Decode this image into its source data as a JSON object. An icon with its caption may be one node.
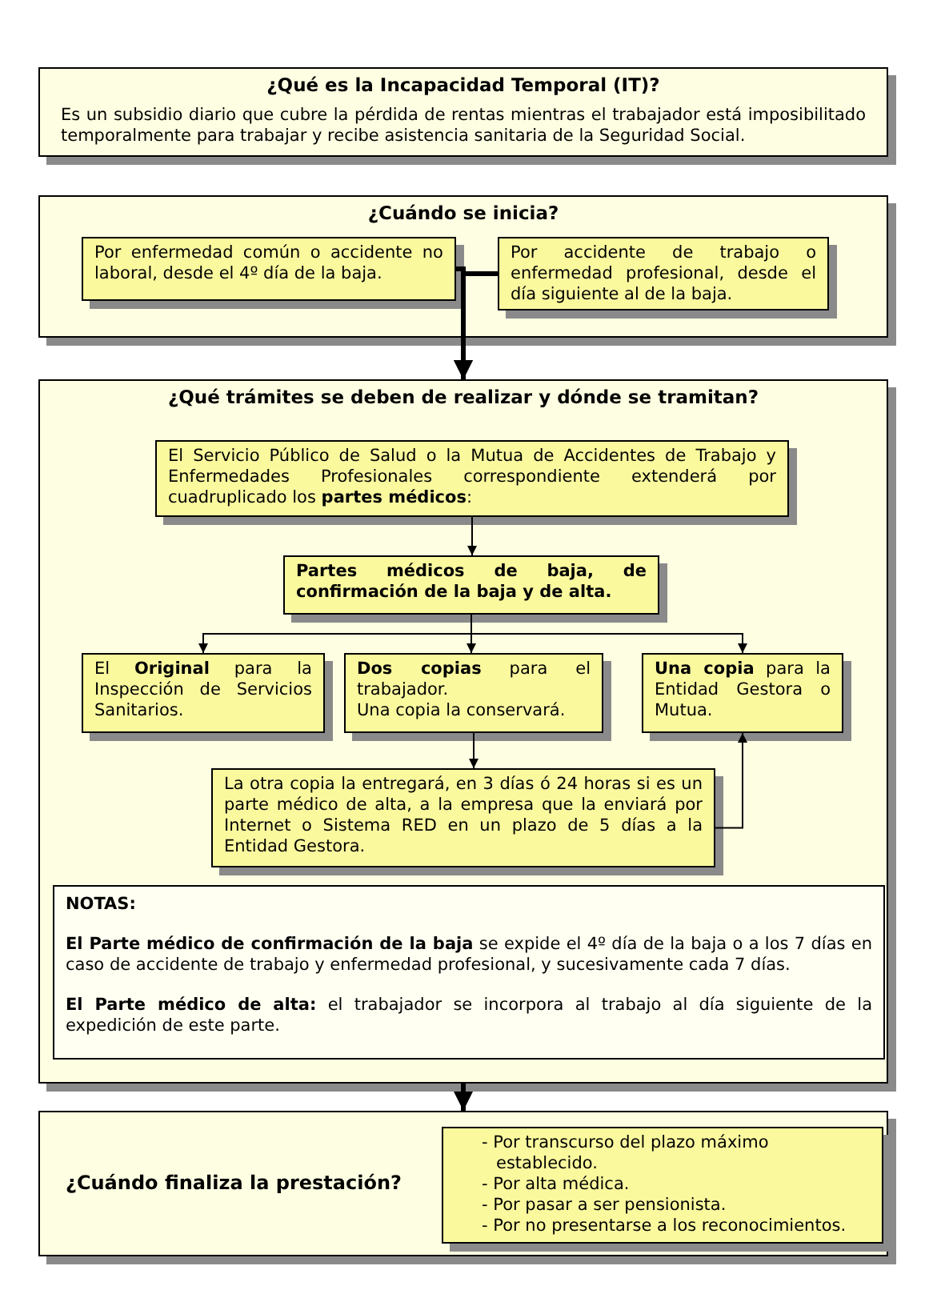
{
  "diagram": {
    "nodes": [
      {
        "text": [
          "¿Qué es la Incapacidad Temporal (IT)?",
          "Es un subsidio diario que cubre la pérdida de rentas mientras el trabajador está imposibilitado temporalmente para trabajar y recibe asistencia sanitaria de la Seguridad Social."
        ]
      },
      {
        "text": [
          "¿Cuándo se inicia?"
        ]
      },
      {
        "text": [
          "Por enfermedad común o accidente no laboral, desde el 4º día de la baja."
        ],
        "in": 1
      },
      {
        "text": [
          "Por accidente de trabajo o enfermedad profesional, desde el día siguiente al de la baja."
        ],
        "in": 1
      },
      {
        "text": [
          "¿Qué trámites se deben de realizar y dónde se tramitan?"
        ]
      },
      {
        "text": [
          "El Servicio Público de Salud o la Mutua de Accidentes de Trabajo y Enfermedades Profesionales correspondiente extenderá por cuadruplicado los **partes médicos**:"
        ],
        "in": 4
      },
      {
        "text": [
          "Partes médicos de baja, de confirmación de la baja y de alta."
        ],
        "in": 4
      },
      {
        "text": [
          "El **Original** para la Inspección de Servicios Sanitarios."
        ],
        "in": 4
      },
      {
        "text": [
          "**Dos copias** para el trabajador.",
          "Una copia la conservará."
        ],
        "in": 4
      },
      {
        "text": [
          "**Una copia** para la Entidad Gestora o Mutua."
        ],
        "in": 4
      },
      {
        "text": [
          "La otra copia la entregará, en 3 días ó 24 horas si es un parte médico de alta, a la empresa que la enviará por Internet o Sistema RED en un plazo de 5 días a la Entidad Gestora."
        ],
        "in": 4
      },
      {
        "text": [
          "NOTAS:",
          "**El Parte médico de confirmación de la baja** se expide el 4º día de la baja o a los 7 días en caso de accidente de trabajo y enfermedad profesional, y sucesivamente cada 7 días.",
          "**El Parte médico de alta:** el trabajador se incorpora al trabajo al día siguiente de la expedición de este parte."
        ],
        "in": 4
      },
      {
        "text": [
          "¿Cuándo finaliza la prestación?"
        ]
      },
      {
        "text": [
          "- Por transcurso del plazo máximo establecido.",
          "- Por alta médica.",
          "- Por pasar a ser pensionista.",
          "- Por no presentarse a los reconocimientos."
        ],
        "in": 12
      }
    ],
    "edges": [
      {
        "from": 2,
        "to": 4,
        "arrow": "to",
        "style": "thick"
      },
      {
        "from": 3,
        "to": 4,
        "arrow": "to",
        "style": "thick"
      },
      {
        "from": 5,
        "to": 6,
        "arrow": "to"
      },
      {
        "from": 6,
        "to": 7,
        "arrow": "to"
      },
      {
        "from": 6,
        "to": 8,
        "arrow": "to"
      },
      {
        "from": 6,
        "to": 9,
        "arrow": "to"
      },
      {
        "from": 8,
        "to": 10,
        "arrow": "to"
      },
      {
        "from": 10,
        "to": 9,
        "arrow": "to"
      },
      {
        "from": 4,
        "to": 12,
        "arrow": "to",
        "style": "thick"
      }
    ]
  }
}
